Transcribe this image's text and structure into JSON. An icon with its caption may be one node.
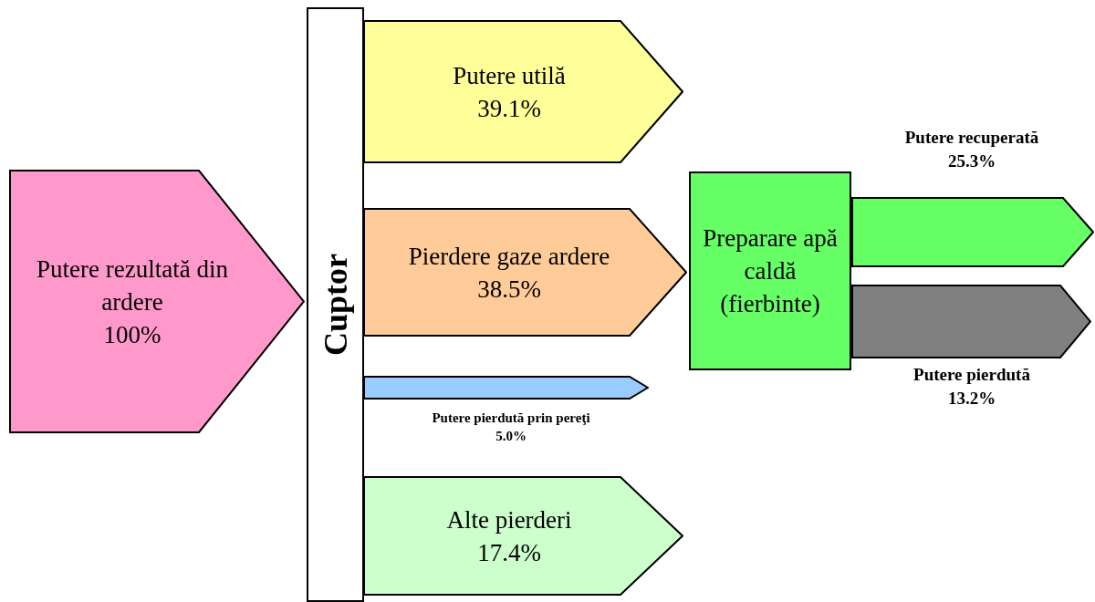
{
  "diagram": {
    "nodes": [
      {
        "text": [
          "Putere rezultată din ardere",
          "100%"
        ]
      },
      {
        "text": [
          "Cuptor"
        ]
      },
      {
        "text": [
          "Putere utilă",
          "39.1%"
        ]
      },
      {
        "text": [
          "Pierdere gaze ardere",
          "38.5%"
        ]
      },
      {
        "text": [],
        "shape": "arrow",
        "beside": [
          "Putere pierdută prin pereţi",
          "5.0%"
        ]
      },
      {
        "text": [
          "Alte pierderi",
          "17.4%"
        ]
      },
      {
        "text": [
          "Preparare apă caldă (fierbinte)"
        ]
      },
      {
        "text": [],
        "shape": "arrow",
        "beside": [
          "Putere recuperată",
          "25.3%"
        ]
      },
      {
        "text": [],
        "shape": "arrow",
        "beside": [
          "Putere pierdută",
          "13.2%"
        ]
      }
    ]
  }
}
